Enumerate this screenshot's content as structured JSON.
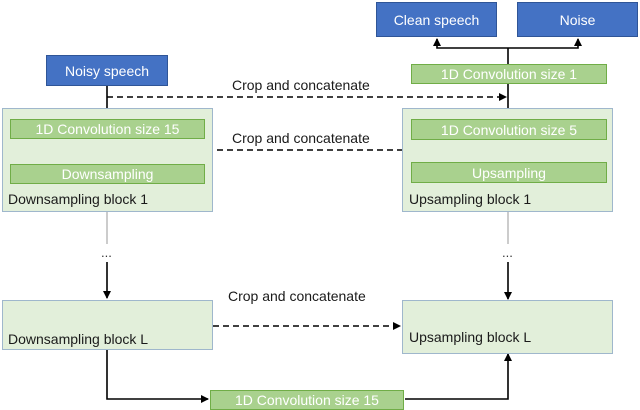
{
  "inputs": {
    "noisy_speech": "Noisy speech"
  },
  "outputs": {
    "clean_speech": "Clean speech",
    "noise": "Noise"
  },
  "encoder": {
    "block1": {
      "conv": "1D Convolution size 15",
      "sampling": "Downsampling",
      "label": "Downsampling block 1"
    },
    "blockL": {
      "label": "Downsampling block L"
    }
  },
  "decoder": {
    "final_conv": "1D Convolution size 1",
    "block1": {
      "conv": "1D Convolution size 5",
      "sampling": "Upsampling",
      "label": "Upsampling block 1"
    },
    "blockL": {
      "label": "Upsampling block L"
    }
  },
  "bottleneck": {
    "conv": "1D Convolution size 15"
  },
  "skip": {
    "top": "Crop and concatenate",
    "middle": "Crop and concatenate",
    "bottom": "Crop and concatenate"
  },
  "ellipsis": {
    "left": "...",
    "right": "..."
  },
  "colors": {
    "io_box": "#4472c4",
    "block_fill": "#e2efda",
    "layer_fill": "#a9d18e",
    "wire": "#000000"
  }
}
